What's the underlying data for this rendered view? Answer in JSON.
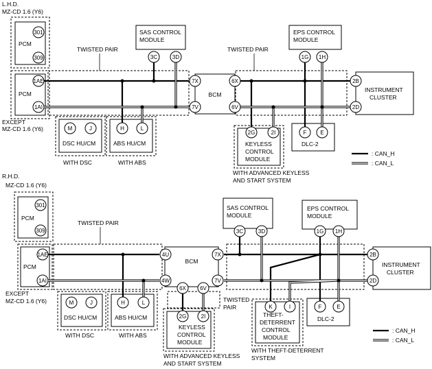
{
  "lhd": {
    "title": "L.H.D.",
    "pcm_top_label": "MZ-CD 1.6 (Y6)",
    "pcm_top": {
      "name": "PCM",
      "pin_a": "301",
      "pin_b": "309"
    },
    "pcm_main": {
      "name": "PCM",
      "pin_h": "1AE",
      "pin_l": "1AI"
    },
    "except_label": [
      "EXCEPT",
      "MZ-CD 1.6 (Y6)"
    ],
    "twisted_pair_1": "TWISTED PAIR",
    "twisted_pair_2": "TWISTED PAIR",
    "sas": {
      "name": [
        "SAS CONTROL",
        "MODULE"
      ],
      "pin_h": "3C",
      "pin_l": "3D"
    },
    "bcm": {
      "name": "BCM",
      "pin_h_in": "7X",
      "pin_l_in": "7V",
      "pin_h_out": "6X",
      "pin_l_out": "6V"
    },
    "eps": {
      "name": [
        "EPS CONTROL",
        "MODULE"
      ],
      "pin_h": "1G",
      "pin_l": "1H"
    },
    "instrument": {
      "name": [
        "INSTRUMENT",
        "CLUSTER"
      ],
      "pin_h": "2B",
      "pin_l": "2D"
    },
    "dsc": {
      "name": "DSC HU/CM",
      "pin_h": "M",
      "pin_l": "J",
      "caption": "WITH DSC"
    },
    "abs": {
      "name": "ABS HU/CM",
      "pin_h": "H",
      "pin_l": "L",
      "caption": "WITH ABS"
    },
    "keyless": {
      "name": [
        "KEYLESS",
        "CONTROL",
        "MODULE"
      ],
      "pin_h": "2G",
      "pin_l": "2I",
      "caption": [
        "WITH ADVANCED KEYLESS",
        "AND START SYSTEM"
      ]
    },
    "dlc": {
      "name": "DLC-2",
      "pin_h": "F",
      "pin_l": "E"
    },
    "legend": {
      "can_h": ": CAN_H",
      "can_l": ": CAN_L"
    }
  },
  "rhd": {
    "title": "R.H.D.",
    "pcm_top_label": "MZ-CD 1.6 (Y6)",
    "pcm_top": {
      "name": "PCM",
      "pin_a": "301",
      "pin_b": "309"
    },
    "pcm_main": {
      "name": "PCM",
      "pin_h": "1AE",
      "pin_l": "1AI"
    },
    "except_label": [
      "EXCEPT",
      "MZ-CD 1.6 (Y6)"
    ],
    "twisted_pair_1": "TWISTED PAIR",
    "twisted_pair_2": [
      "TWISTED",
      "PAIR"
    ],
    "sas": {
      "name": [
        "SAS CONTROL",
        "MODULE"
      ],
      "pin_h": "3C",
      "pin_l": "3D"
    },
    "bcm": {
      "name": "BCM",
      "pin_4u": "4U",
      "pin_4w": "4W",
      "pin_6x": "6X",
      "pin_6v": "6V",
      "pin_7x": "7X",
      "pin_7v": "7V"
    },
    "eps": {
      "name": [
        "EPS CONTROL",
        "MODULE"
      ],
      "pin_h": "1G",
      "pin_l": "1H"
    },
    "instrument": {
      "name": [
        "INSTRUMENT",
        "CLUSTER"
      ],
      "pin_h": "2B",
      "pin_l": "2D"
    },
    "dsc": {
      "name": "DSC HU/CM",
      "pin_h": "M",
      "pin_l": "J",
      "caption": "WITH DSC"
    },
    "abs": {
      "name": "ABS HU/CM",
      "pin_h": "H",
      "pin_l": "L",
      "caption": "WITH ABS"
    },
    "keyless": {
      "name": [
        "KEYLESS",
        "CONTROL",
        "MODULE"
      ],
      "pin_h": "2G",
      "pin_l": "2I",
      "caption": [
        "WITH ADVANCED KEYLESS",
        "AND START SYSTEM"
      ]
    },
    "theft": {
      "name": [
        "THEFT-",
        "DETERRENT",
        "CONTROL",
        "MODULE"
      ],
      "pin_h": "K",
      "pin_l": "I",
      "caption": [
        "WITH THEFT-DETERRENT",
        "SYSTEM"
      ]
    },
    "dlc": {
      "name": "DLC-2",
      "pin_h": "F",
      "pin_l": "E"
    },
    "legend": {
      "can_h": ": CAN_H",
      "can_l": ": CAN_L"
    }
  }
}
